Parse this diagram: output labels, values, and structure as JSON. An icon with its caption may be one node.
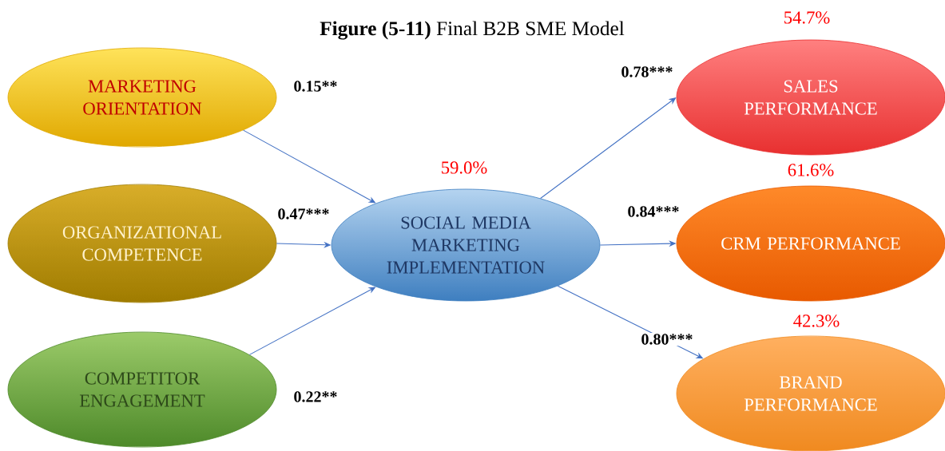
{
  "diagram": {
    "title": "**Figure (5-11)** Final B2B SME Model",
    "nodes": [
      {
        "text": [
          "MARKETING ORIENTATION"
        ]
      },
      {
        "text": [
          "ORGANIZATIONAL COMPETENCE"
        ]
      },
      {
        "text": [
          "COMPETITOR ENGAGEMENT"
        ]
      },
      {
        "text": [
          "SOCIAL MEDIA MARKETING IMPLEMENTATION"
        ],
        "beside": [
          "59.0%"
        ]
      },
      {
        "text": [
          "SALES PERFORMANCE"
        ],
        "beside": [
          "54.7%"
        ]
      },
      {
        "text": [
          "CRM PERFORMANCE"
        ],
        "beside": [
          "61.6%"
        ]
      },
      {
        "text": [
          "BRAND PERFORMANCE"
        ],
        "beside": [
          "42.3%"
        ]
      }
    ],
    "edges": [
      {
        "from": 0,
        "to": 3,
        "arrow": "to",
        "label": "0.15**"
      },
      {
        "from": 1,
        "to": 3,
        "arrow": "to",
        "label": "0.47***"
      },
      {
        "from": 2,
        "to": 3,
        "arrow": "to",
        "label": "0.22**"
      },
      {
        "from": 3,
        "to": 4,
        "arrow": "to",
        "label": "0.78***"
      },
      {
        "from": 3,
        "to": 5,
        "arrow": "to",
        "label": "0.84***"
      },
      {
        "from": 3,
        "to": 6,
        "arrow": "to",
        "label": "0.80***"
      }
    ]
  }
}
